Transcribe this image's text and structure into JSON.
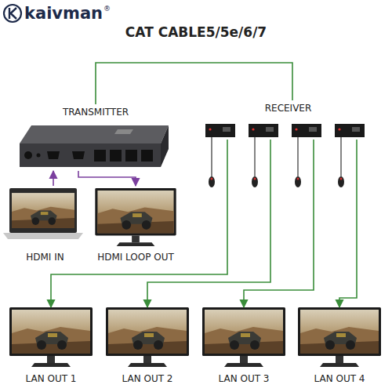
{
  "diagram": {
    "title": "CAT CABLE5/5e/6/7",
    "nodes": [
      {
        "text": [
          "TRANSMITTER"
        ]
      },
      {
        "text": [
          "RECEIVER"
        ]
      },
      {
        "text": [
          "HDMI IN"
        ]
      },
      {
        "text": [
          "HDMI LOOP OUT"
        ]
      },
      {
        "text": [
          "LAN OUT 1"
        ]
      },
      {
        "text": [
          "LAN OUT 2"
        ]
      },
      {
        "text": [
          "LAN OUT 3"
        ]
      },
      {
        "text": [
          "LAN OUT 4"
        ]
      }
    ],
    "edges": [
      {
        "from": 0,
        "to": 1,
        "arrow": "none"
      },
      {
        "from": 2,
        "to": 0,
        "arrow": "to"
      },
      {
        "from": 0,
        "to": 3,
        "arrow": "to"
      },
      {
        "from": 1,
        "to": 4,
        "arrow": "to"
      },
      {
        "from": 1,
        "to": 5,
        "arrow": "to"
      },
      {
        "from": 1,
        "to": 6,
        "arrow": "to"
      },
      {
        "from": 1,
        "to": 7,
        "arrow": "to"
      }
    ],
    "labels": [
      "kaivman",
      "®"
    ]
  }
}
